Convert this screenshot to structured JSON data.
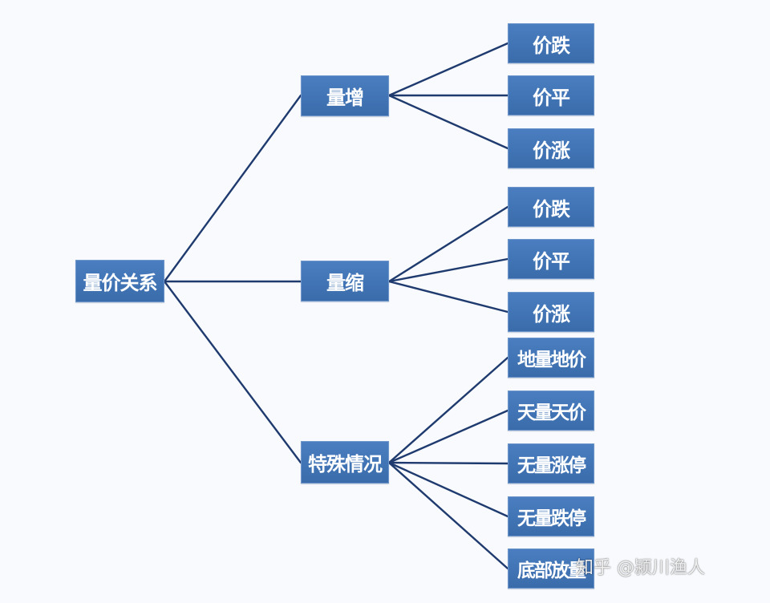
{
  "tree": {
    "root": "量价关系",
    "children": [
      {
        "label": "量增",
        "children": [
          "价跌",
          "价平",
          "价涨"
        ]
      },
      {
        "label": "量缩",
        "children": [
          "价跌",
          "价平",
          "价涨"
        ]
      },
      {
        "label": "特殊情况",
        "children": [
          "地量地价",
          "天量天价",
          "无量涨停",
          "无量跌停",
          "底部放量"
        ]
      }
    ]
  },
  "colors": {
    "node_fill": "#3f74b6",
    "connector": "#1e3a6e",
    "background": "#f8fafd",
    "text": "#ffffff"
  },
  "watermark": "知乎 @颍川渔人"
}
